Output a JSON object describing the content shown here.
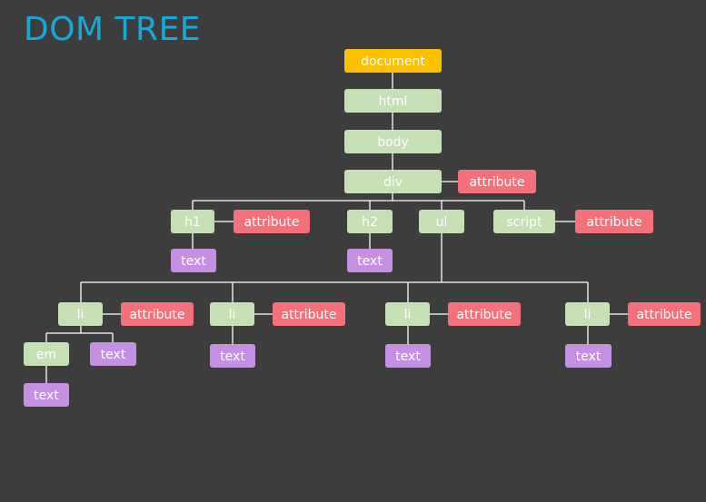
{
  "title": "DOM TREE",
  "colors": {
    "background": "#3e3d3e",
    "title": "#14a9d6",
    "document": "#ffc000",
    "element": "#c5e0b4",
    "attribute": "#f4717a",
    "text": "#c590e4",
    "connector": "#ffffff"
  },
  "nodes": {
    "document": "document",
    "html": "html",
    "body": "body",
    "div": "div",
    "div_attribute": "attribute",
    "h1": "h1",
    "h1_attribute": "attribute",
    "h1_text": "text",
    "h2": "h2",
    "h2_text": "text",
    "ul": "ul",
    "script": "script",
    "script_attribute": "attribute",
    "li1": "li",
    "li1_attribute": "attribute",
    "em": "em",
    "em_text": "text",
    "li1_text": "text",
    "li2": "li",
    "li2_attribute": "attribute",
    "li2_text": "text",
    "li3": "li",
    "li3_attribute": "attribute",
    "li3_text": "text",
    "li4": "li",
    "li4_attribute": "attribute",
    "li4_text": "text"
  }
}
